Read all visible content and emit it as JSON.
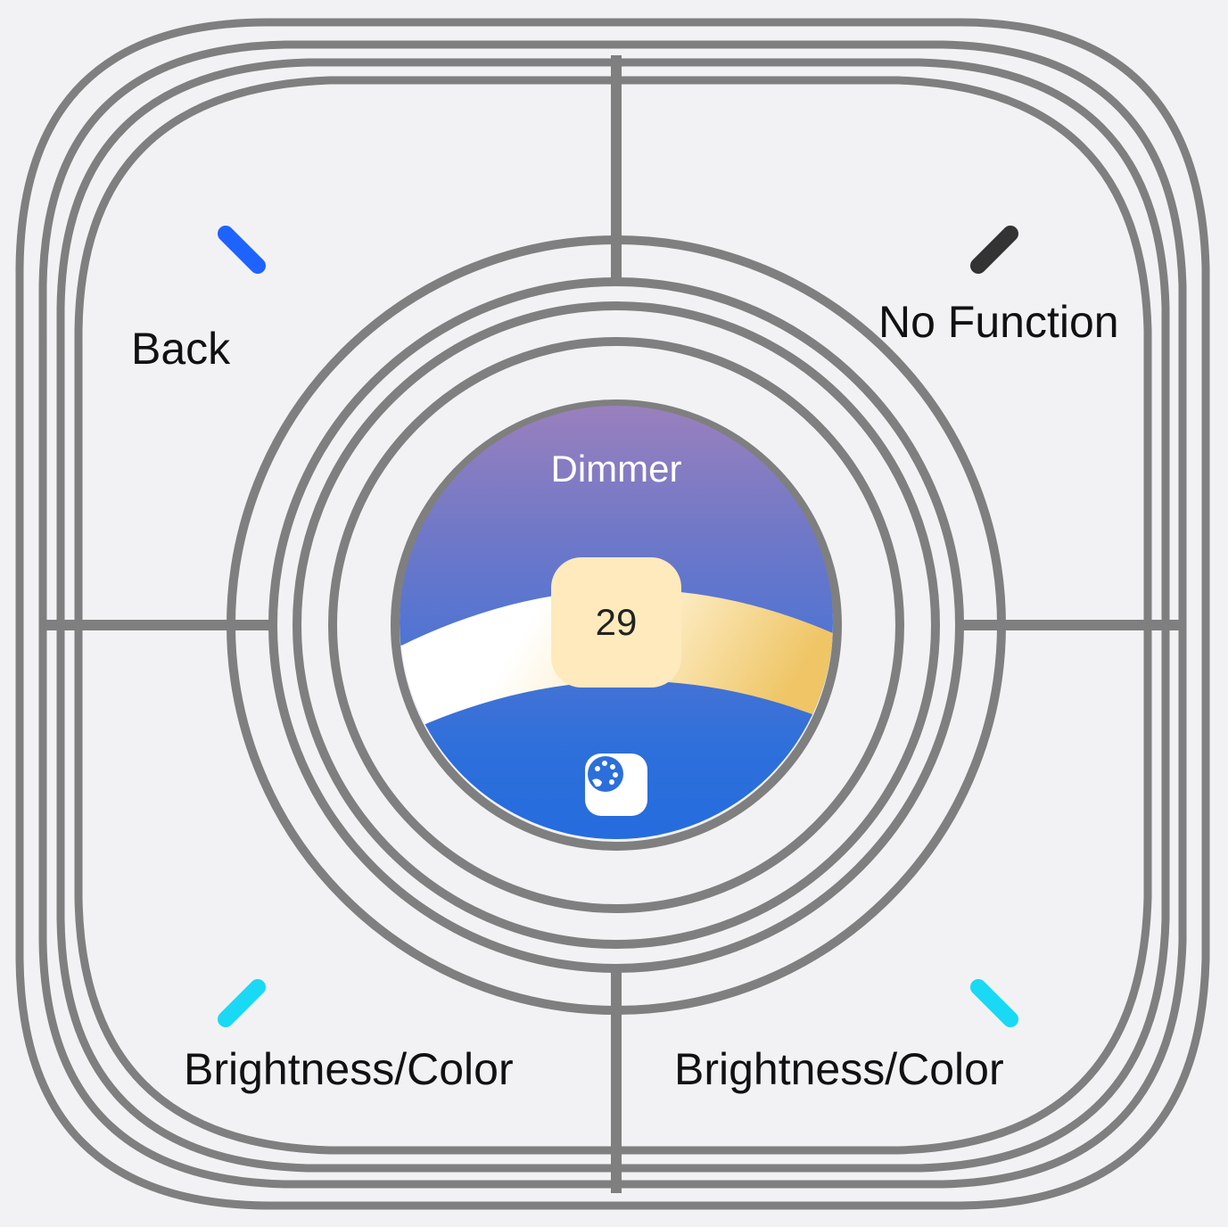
{
  "buttons": {
    "top_left": {
      "label": "Back",
      "indicator_color": "#1f63ff"
    },
    "top_right": {
      "label": "No Function",
      "indicator_color": "#333333"
    },
    "bottom_left": {
      "label": "Brightness/Color",
      "indicator_color": "#19d9f5"
    },
    "bottom_right": {
      "label": "Brightness/Color",
      "indicator_color": "#19d9f5"
    }
  },
  "display": {
    "title": "Dimmer",
    "value": "29",
    "palette_icon": "palette-icon"
  },
  "colors": {
    "frame_stroke": "#7f7f7f",
    "background": "#f2f2f5",
    "chip": "#feeabd"
  }
}
